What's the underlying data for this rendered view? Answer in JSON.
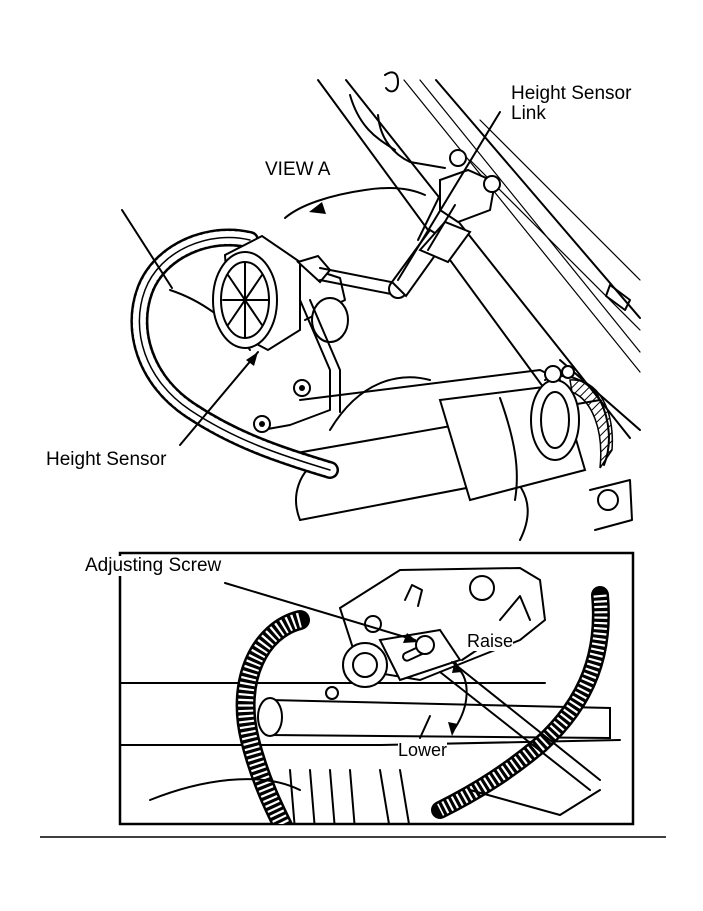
{
  "labels": {
    "height_sensor_link": [
      "Height Sensor",
      "Link"
    ],
    "view_a": "VIEW A",
    "height_sensor": "Height Sensor",
    "adjusting_screw": "Adjusting Screw",
    "raise": "Raise",
    "lower": "Lower"
  }
}
